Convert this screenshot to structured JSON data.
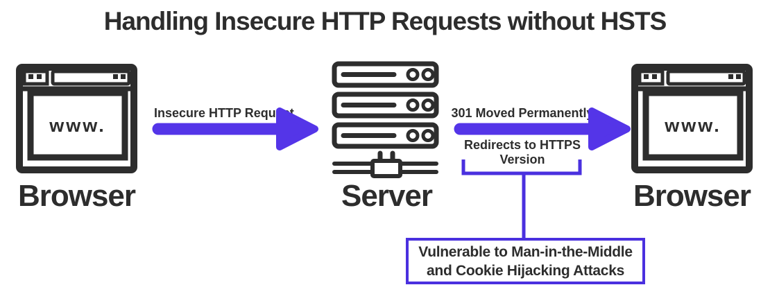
{
  "title": "Handling Insecure HTTP Requests without HSTS",
  "colors": {
    "accent": "#5435e8",
    "connector": "#4a30df",
    "dark": "#2d2d2d",
    "background": "#ffffff"
  },
  "nodes": {
    "browser_left": {
      "label": "Browser",
      "screen_text": "www."
    },
    "server": {
      "label": "Server"
    },
    "browser_right": {
      "label": "Browser",
      "screen_text": "www."
    }
  },
  "arrows": {
    "request": {
      "label": "Insecure HTTP Request",
      "direction": "right"
    },
    "response": {
      "label": "301 Moved Permanently",
      "sublabel_lines": [
        "Redirects to HTTPS",
        "Version"
      ],
      "direction": "right"
    }
  },
  "callout": {
    "lines": [
      "Vulnerable to Man-in-the-Middle",
      "and Cookie Hijacking Attacks"
    ]
  }
}
